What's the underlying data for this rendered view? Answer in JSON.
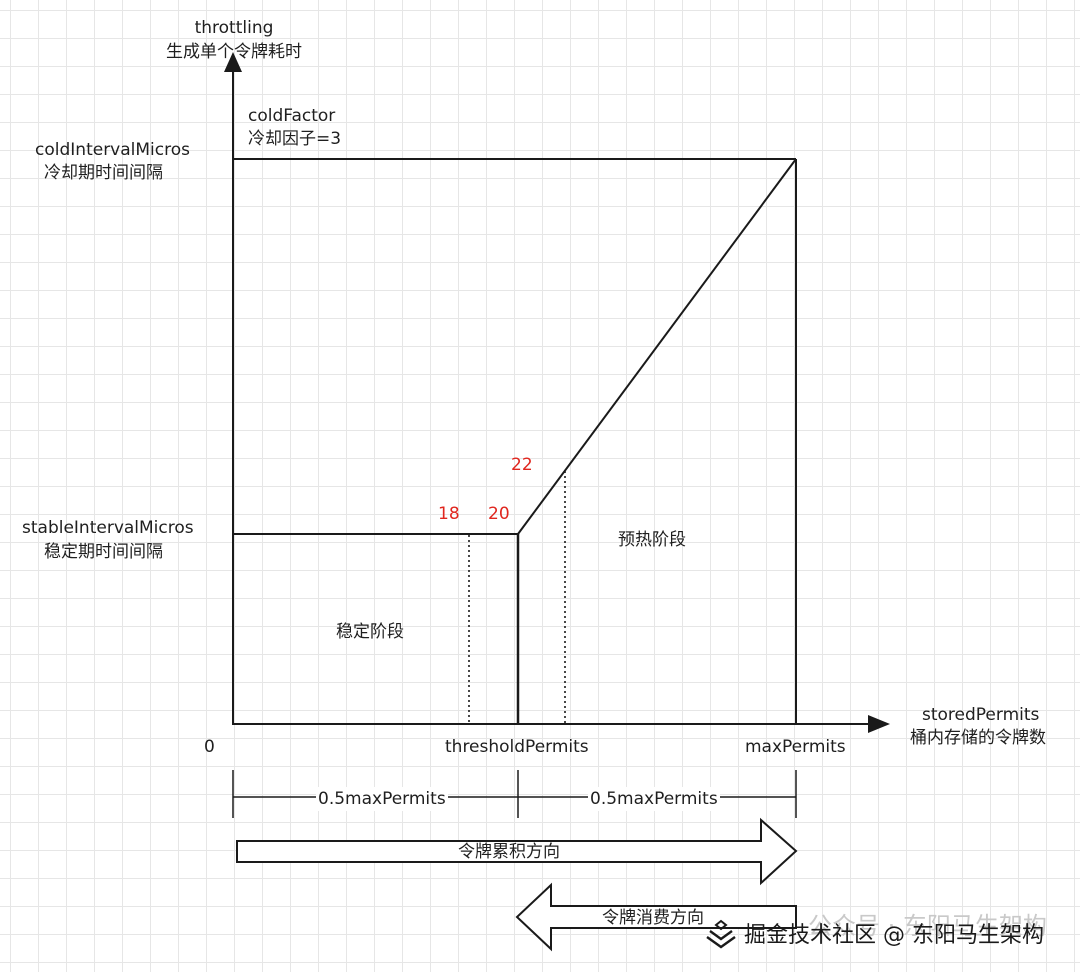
{
  "axis": {
    "y_label_en": "throttling",
    "y_label_cn": "生成单个令牌耗时",
    "x_label_en": "storedPermits",
    "x_label_cn": "桶内存储的令牌数",
    "origin": "0",
    "threshold": "thresholdPermits",
    "max": "maxPermits"
  },
  "y_ticks": {
    "cold_en": "coldIntervalMicros",
    "cold_cn": "冷却期时间间隔",
    "stable_en": "stableIntervalMicros",
    "stable_cn": "稳定期时间间隔"
  },
  "cold_factor": {
    "line1": "coldFactor",
    "line2": "冷却因子=3"
  },
  "markers": {
    "m18": "18",
    "m20": "20",
    "m22": "22"
  },
  "regions": {
    "stable": "稳定阶段",
    "warmup": "预热阶段"
  },
  "spans": {
    "left": "0.5maxPermits",
    "right": "0.5maxPermits"
  },
  "arrows": {
    "accumulate": "令牌累积方向",
    "consume": "令牌消费方向"
  },
  "watermark": {
    "text": "掘金技术社区 @ 东阳马生架构",
    "ghost": "公众号 · 东阳马生架构"
  },
  "colors": {
    "line": "#1a1a1a",
    "marker": "#e0261e",
    "grid": "#e6e6e6"
  }
}
